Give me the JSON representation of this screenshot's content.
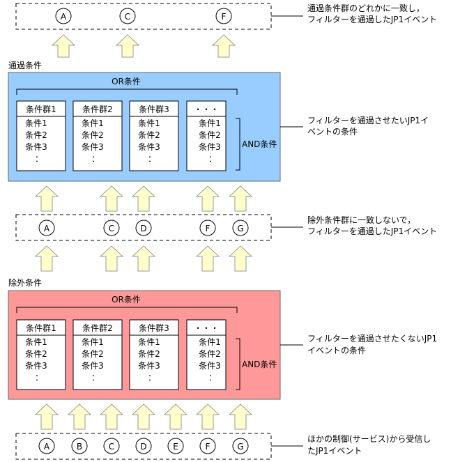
{
  "colors": {
    "pass_box": "#99ccff",
    "exclude_box": "#ff9999",
    "arrow_fill": "#ffffcc",
    "arrow_stroke": "#999999",
    "line": "#000000"
  },
  "top_output": {
    "events": [
      "A",
      "C",
      "F"
    ],
    "description": [
      "通過条件群のどれかに一致し，",
      "フィルターを通過したJP1イベント"
    ]
  },
  "pass_section": {
    "title": "通過条件",
    "or_label": "OR条件",
    "and_label": "AND条件",
    "groups": [
      {
        "header": "条件群1",
        "items": [
          "条件1",
          "条件2",
          "条件3",
          "："
        ]
      },
      {
        "header": "条件群2",
        "items": [
          "条件1",
          "条件2",
          "条件3",
          "："
        ]
      },
      {
        "header": "条件群3",
        "items": [
          "条件1",
          "条件2",
          "条件3",
          "："
        ]
      },
      {
        "header": "・・・",
        "items": [
          "条件1",
          "条件2",
          "条件3",
          "："
        ]
      }
    ],
    "description": [
      "フィルターを通過させたいJP1イ",
      "ベントの条件"
    ]
  },
  "middle_output": {
    "events": [
      "A",
      "C",
      "D",
      "F",
      "G"
    ],
    "description": [
      "除外条件群に一致しないで，",
      "フィルターを通過したJP1イベント"
    ]
  },
  "exclude_section": {
    "title": "除外条件",
    "or_label": "OR条件",
    "and_label": "AND条件",
    "groups": [
      {
        "header": "条件群1",
        "items": [
          "条件1",
          "条件2",
          "条件3",
          "："
        ]
      },
      {
        "header": "条件群2",
        "items": [
          "条件1",
          "条件2",
          "条件3",
          "："
        ]
      },
      {
        "header": "条件群3",
        "items": [
          "条件1",
          "条件2",
          "条件3",
          "："
        ]
      },
      {
        "header": "・・・",
        "items": [
          "条件1",
          "条件2",
          "条件3",
          "："
        ]
      }
    ],
    "description": [
      "フィルターを通過させたくないJP1",
      "イベントの条件"
    ]
  },
  "input": {
    "events": [
      "A",
      "B",
      "C",
      "D",
      "E",
      "F",
      "G"
    ],
    "description": [
      "ほかの制御(サービス)から受信し",
      "たJP1イベント"
    ]
  }
}
